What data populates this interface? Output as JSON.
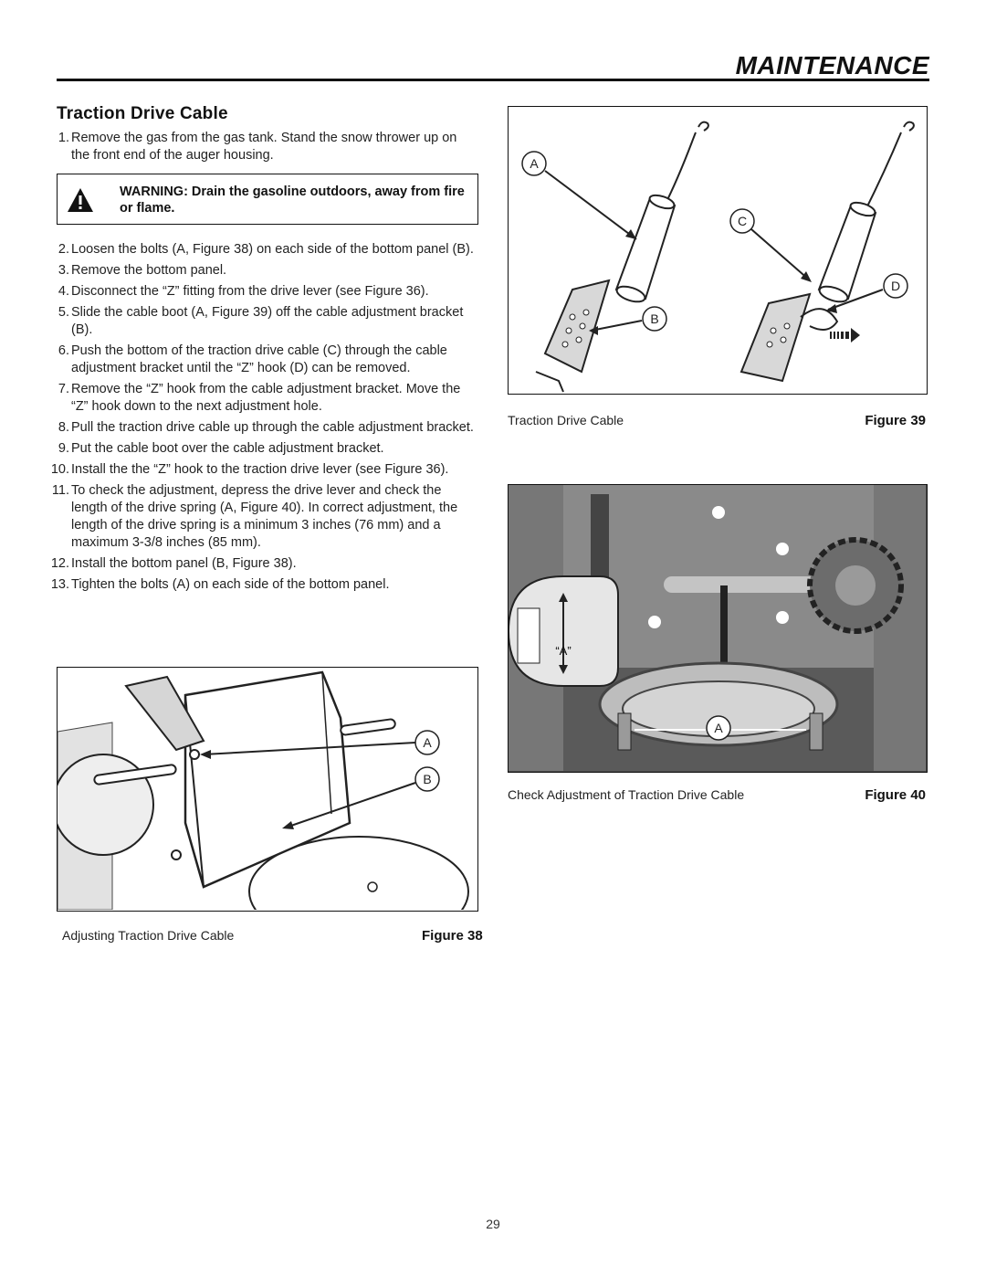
{
  "header": {
    "title": "MAINTENANCE"
  },
  "section": {
    "title": "Traction Drive Cable"
  },
  "steps_before_warning": [
    {
      "num": "1.",
      "text": "Remove the gas from the gas tank. Stand the snow thrower up on the front end of the auger housing."
    }
  ],
  "warning": {
    "text": "WARNING: Drain the gasoline outdoors, away from fire or flame."
  },
  "steps_after_warning": [
    {
      "num": "2.",
      "text": "Loosen the bolts (A, Figure 38) on each side of the bottom panel (B)."
    },
    {
      "num": "3.",
      "text": "Remove the bottom panel."
    },
    {
      "num": "4.",
      "text": "Disconnect the “Z” fitting from the drive lever (see Figure 36)."
    },
    {
      "num": "5.",
      "text": "Slide the cable boot (A, Figure 39) off the cable adjustment bracket (B)."
    },
    {
      "num": "6.",
      "text": "Push the bottom of the traction drive cable (C) through the cable adjustment bracket until the “Z” hook (D) can be removed."
    },
    {
      "num": "7.",
      "text": "Remove the “Z” hook from the cable adjustment bracket. Move the “Z” hook down to the next adjustment hole."
    },
    {
      "num": "8.",
      "text": "Pull the traction drive cable up through the cable adjustment bracket."
    },
    {
      "num": "9.",
      "text": "Put the cable boot over the cable adjustment bracket."
    },
    {
      "num": "10.",
      "text": "Install the the “Z” hook to the traction drive lever (see Figure 36)."
    },
    {
      "num": "11.",
      "text": "To check the adjustment, depress the drive lever and check the length of the drive spring (A, Figure 40). In correct adjustment, the length of the drive spring is a minimum 3 inches (76 mm) and a maximum 3-3/8 inches (85 mm)."
    },
    {
      "num": "12.",
      "text": "Install the bottom panel (B, Figure 38)."
    },
    {
      "num": "13.",
      "text": "Tighten the bolts (A) on each side of the bottom panel."
    }
  ],
  "figures": {
    "fig38": {
      "caption": "Adjusting Traction Drive Cable",
      "label": "Figure 38",
      "callouts": [
        "A",
        "B"
      ]
    },
    "fig39": {
      "caption": "Traction Drive Cable",
      "label": "Figure 39",
      "callouts": [
        "A",
        "B",
        "C",
        "D"
      ]
    },
    "fig40": {
      "caption": "Check Adjustment of Traction Drive Cable",
      "label": "Figure 40",
      "callouts": [
        "“A”",
        "A"
      ]
    }
  },
  "page_number": "29",
  "icons": {
    "warning": "warning-triangle-icon"
  },
  "colors": {
    "text": "#1a1a1a",
    "rule": "#111111",
    "photo_bg": "#4a4a4a"
  }
}
